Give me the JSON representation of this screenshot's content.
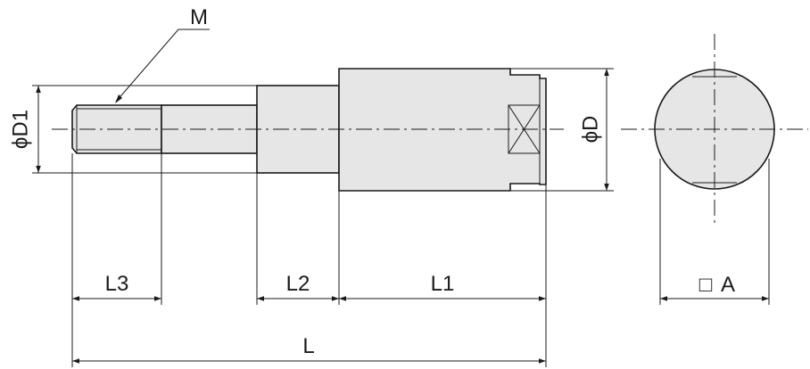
{
  "labels": {
    "thread": "M",
    "dia_small": "ϕD1",
    "dia_large": "ϕD",
    "len_l1": "L1",
    "len_l2": "L2",
    "len_l3": "L3",
    "len_total": "L",
    "square_symbol": "□",
    "square_letter": "A"
  },
  "colors": {
    "part_fill": "#e6e6e6",
    "line": "#1a1a1a"
  }
}
